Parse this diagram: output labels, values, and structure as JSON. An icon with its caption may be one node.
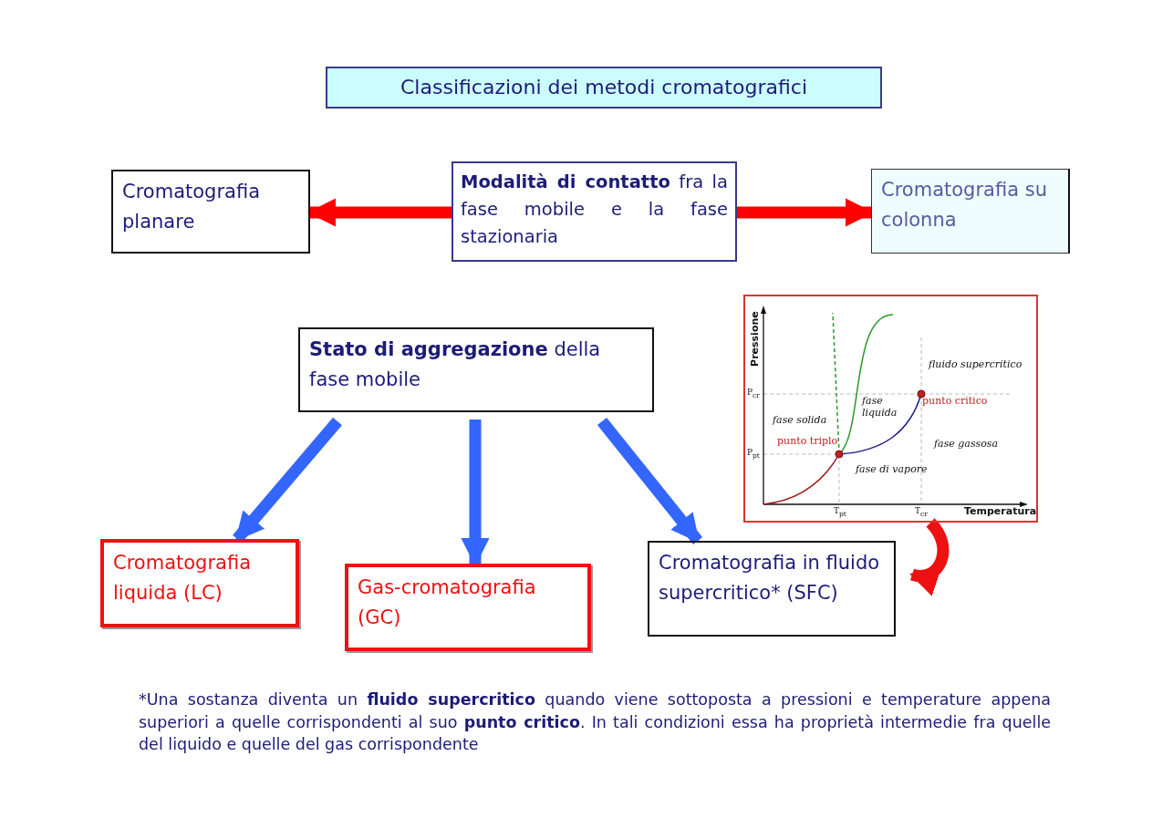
{
  "diagram": {
    "title": "Classificazioni dei metodi cromatografici",
    "nodes": [
      {
        "text": [
          "Cromatografia planare"
        ]
      },
      {
        "text": [
          "**Modalità di contatto** fra la fase mobile e la fase stazionaria"
        ]
      },
      {
        "text": [
          "Cromatografia su colonna"
        ]
      },
      {
        "text": [
          "**Stato di aggregazione** della fase mobile"
        ]
      },
      {
        "text": [
          "Pressione",
          "Temperatura",
          "P$_{cr}$",
          "P$_{pt}$",
          "T$_{pt}$",
          "T$_{cr}$",
          "fluido supercritico",
          "fase liquida",
          "punto critico",
          "fase solida",
          "punto triplo",
          "fase gassosa",
          "fase di vapore"
        ]
      },
      {
        "text": [
          "Cromatografia liquida (LC)"
        ]
      },
      {
        "text": [
          "Gas-cromatografia (GC)"
        ]
      },
      {
        "text": [
          "Cromatografia in fluido supercritico* (SFC)"
        ]
      }
    ],
    "edges": [
      {
        "from": 1,
        "to": 0,
        "arrow": "to",
        "color": "#ff0000"
      },
      {
        "from": 1,
        "to": 2,
        "arrow": "to",
        "color": "#ff0000"
      },
      {
        "from": 3,
        "to": 5,
        "arrow": "to",
        "color": "#3366ff"
      },
      {
        "from": 3,
        "to": 6,
        "arrow": "to",
        "color": "#3366ff"
      },
      {
        "from": 3,
        "to": 7,
        "arrow": "to",
        "color": "#3366ff"
      },
      {
        "from": 4,
        "to": 7,
        "arrow": "to",
        "color": "#ee1111"
      }
    ],
    "caption": "*Una sostanza diventa un **fluido supercritico** quando viene sottoposta a pressioni e temperature appena superiori a quelle corrispondenti al suo **punto critico**. In tali condizioni essa ha proprietà intermedie fra quelle del liquido e quelle del gas corrispondente"
  }
}
